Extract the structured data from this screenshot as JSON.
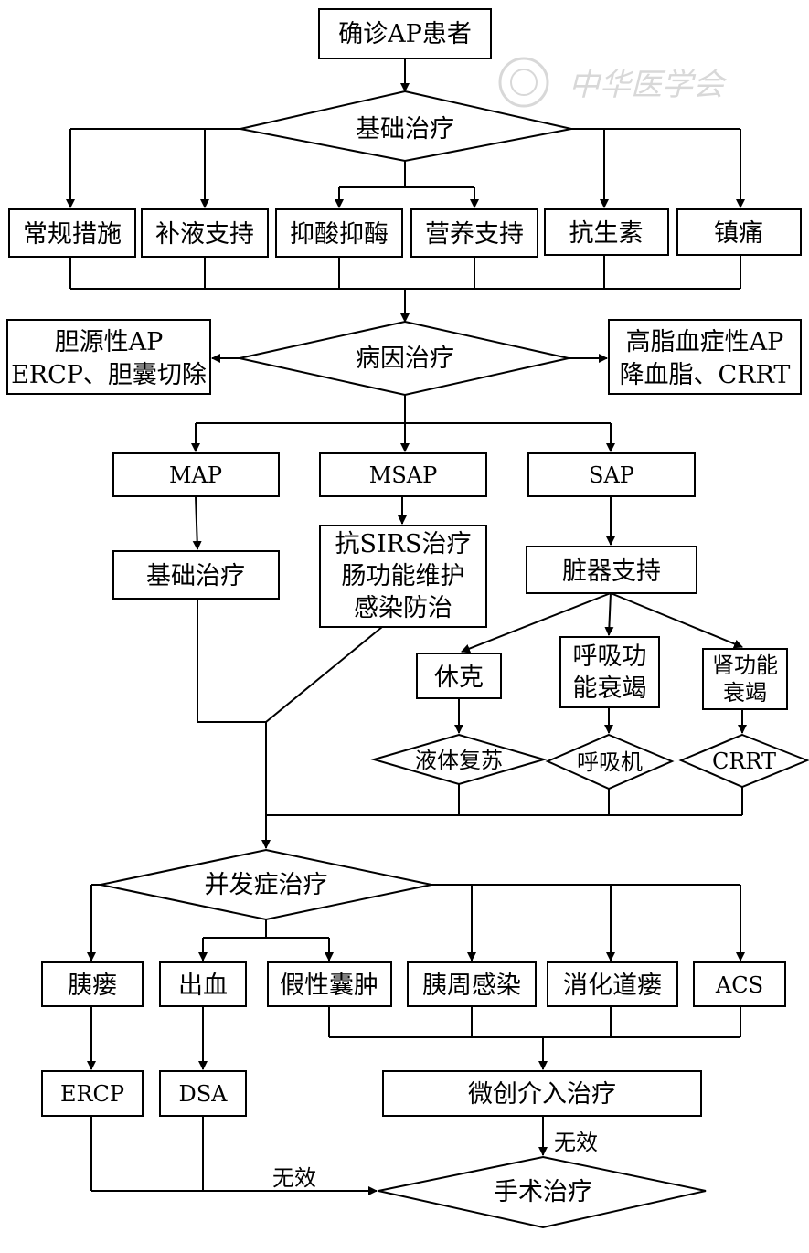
{
  "watermark": {
    "text": "中华医学会"
  },
  "nodes": {
    "start": "确诊AP患者",
    "basic_treatment": "基础治疗",
    "routine": "常规措施",
    "fluid_support": "补液支持",
    "acid_enzyme": "抑酸抑酶",
    "nutrition": "营养支持",
    "antibiotics": "抗生素",
    "analgesia": "镇痛",
    "etiology": "病因治疗",
    "biliary_l1": "胆源性AP",
    "biliary_l2": "ERCP、胆囊切除",
    "lipid_l1": "高脂血症性AP",
    "lipid_l2": "降血脂、CRRT",
    "map": "MAP",
    "msap": "MSAP",
    "sap": "SAP",
    "map_basic": "基础治疗",
    "msap_l1": "抗SIRS治疗",
    "msap_l2": "肠功能维护",
    "msap_l3": "感染防治",
    "organ_support": "脏器支持",
    "shock": "休克",
    "resp_l1": "呼吸功",
    "resp_l2": "能衰竭",
    "renal_l1": "肾功能",
    "renal_l2": "衰竭",
    "fluid_resus": "液体复苏",
    "ventilator": "呼吸机",
    "crrt": "CRRT",
    "complication": "并发症治疗",
    "pancreatic_fistula": "胰瘘",
    "bleeding": "出血",
    "pseudocyst": "假性囊肿",
    "peri_infection": "胰周感染",
    "gi_fistula": "消化道瘘",
    "acs": "ACS",
    "ercp": "ERCP",
    "dsa": "DSA",
    "minimally_invasive": "微创介入治疗",
    "surgery": "手术治疗"
  },
  "edge_labels": {
    "ineffective_1": "无效",
    "ineffective_2": "无效"
  }
}
